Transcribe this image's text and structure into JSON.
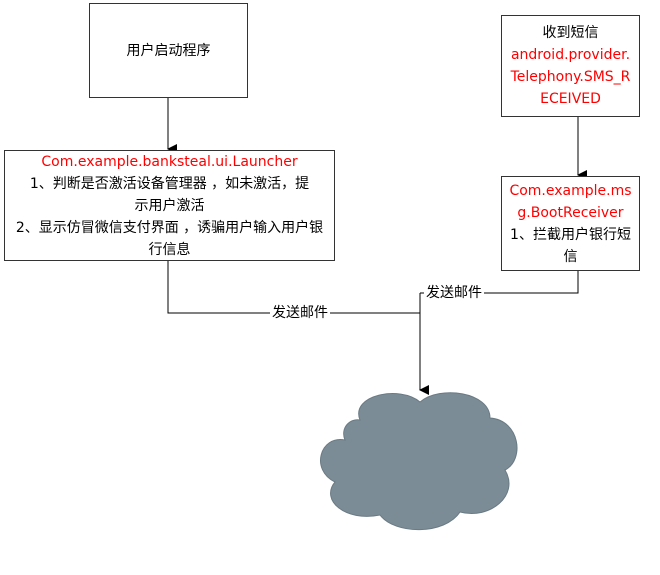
{
  "nodes": {
    "start": {
      "text": "用户启动程序"
    },
    "launcher": {
      "class_name": "Com.example.banksteal.ui.Launcher",
      "line1": "1、判断是否激活设备管理器 ，如未激活，提示用户激活",
      "line2": "2、显示仿冒微信支付界面 ，诱骗用户输入用户银行信息"
    },
    "sms": {
      "text": "收到短信",
      "action": "android.provider.Telephony.SMS_RECEIVED"
    },
    "receiver": {
      "class_name": "Com.example.msg.BootReceiver",
      "line1": "1、拦截用户银行短信"
    }
  },
  "edges": {
    "left_label": "发送邮件",
    "right_label": "发送邮件"
  },
  "colors": {
    "highlight": "#ff0000",
    "cloud": "#7b8c96"
  }
}
